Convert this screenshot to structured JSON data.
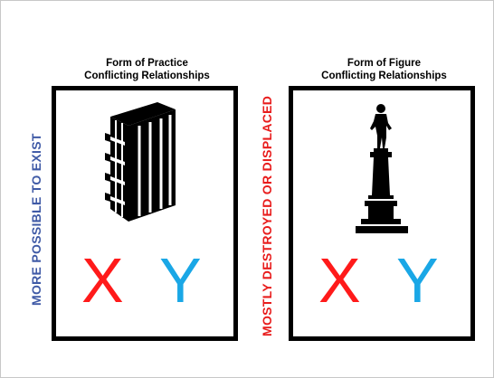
{
  "left_panel": {
    "title_line1": "Form of Practice",
    "title_line2": "Conflicting Relationships",
    "icon": "building-icon",
    "letter_x": "X",
    "letter_y": "Y"
  },
  "right_panel": {
    "title_line1": "Form of Figure",
    "title_line2": "Conflicting Relationships",
    "icon": "statue-icon",
    "letter_x": "X",
    "letter_y": "Y"
  },
  "left_side_label": "MORE POSSIBLE TO EXIST",
  "middle_side_label": "MOSTLY DESTROYED OR DISPLACED",
  "colors": {
    "x_color": "#ff1a1a",
    "y_color": "#1aa7e6",
    "left_label_color": "#3f5aa6",
    "middle_label_color": "#e81c1c",
    "box_border": "#000000"
  }
}
